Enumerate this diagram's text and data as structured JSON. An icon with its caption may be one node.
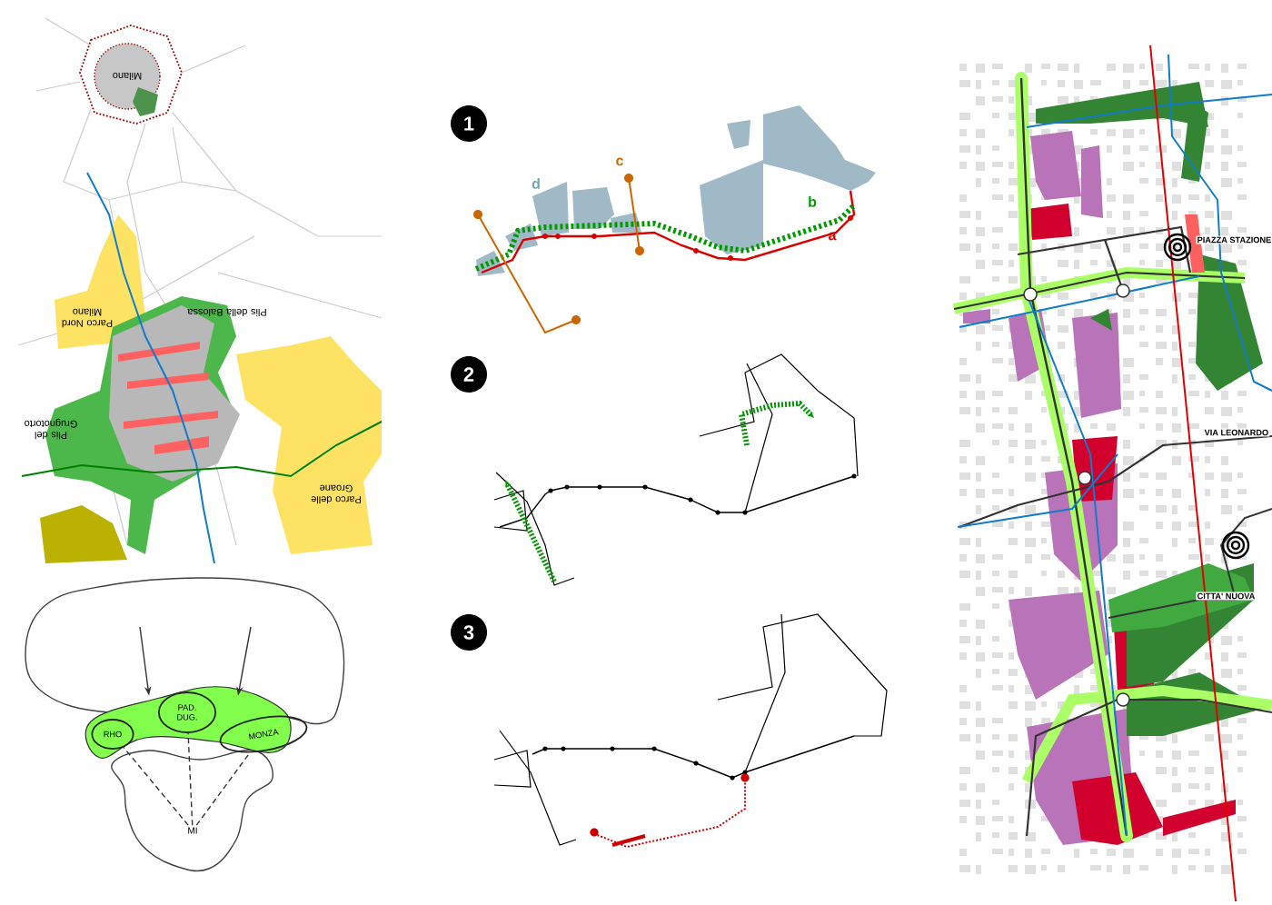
{
  "diagram": {
    "nodes": [
      {
        "text": [
          "1"
        ]
      },
      {
        "text": [
          "2"
        ]
      },
      {
        "text": [
          "3"
        ]
      },
      {
        "text": [],
        "shape": "cloud"
      },
      {
        "text": [],
        "shape": "band"
      },
      {
        "text": [
          "RHO"
        ],
        "in": 4
      },
      {
        "text": [
          "PAD. DUG."
        ],
        "in": 4
      },
      {
        "text": [
          "MONZA"
        ],
        "in": 4
      },
      {
        "text": [
          "MI"
        ]
      }
    ],
    "edges": [
      {
        "from": 3,
        "to": 4,
        "arrow": "to"
      },
      {
        "from": 3,
        "to": 4,
        "arrow": "to"
      },
      {
        "from": 8,
        "to": 5,
        "arrow": "none",
        "style": "dashed"
      },
      {
        "from": 8,
        "to": 6,
        "arrow": "none",
        "style": "dashed"
      },
      {
        "from": 8,
        "to": 7,
        "arrow": "none",
        "style": "dashed"
      }
    ],
    "labels": [
      "Milano",
      "Parco Nord Milano",
      "Plis della Balossa",
      "Plis del Grugnotorto",
      "Parco delle Groane",
      "d",
      "c",
      "b",
      "a",
      "PIAZZA STAZIONE",
      "VIA LEONARDO",
      "CITTA' NUOVA"
    ]
  }
}
